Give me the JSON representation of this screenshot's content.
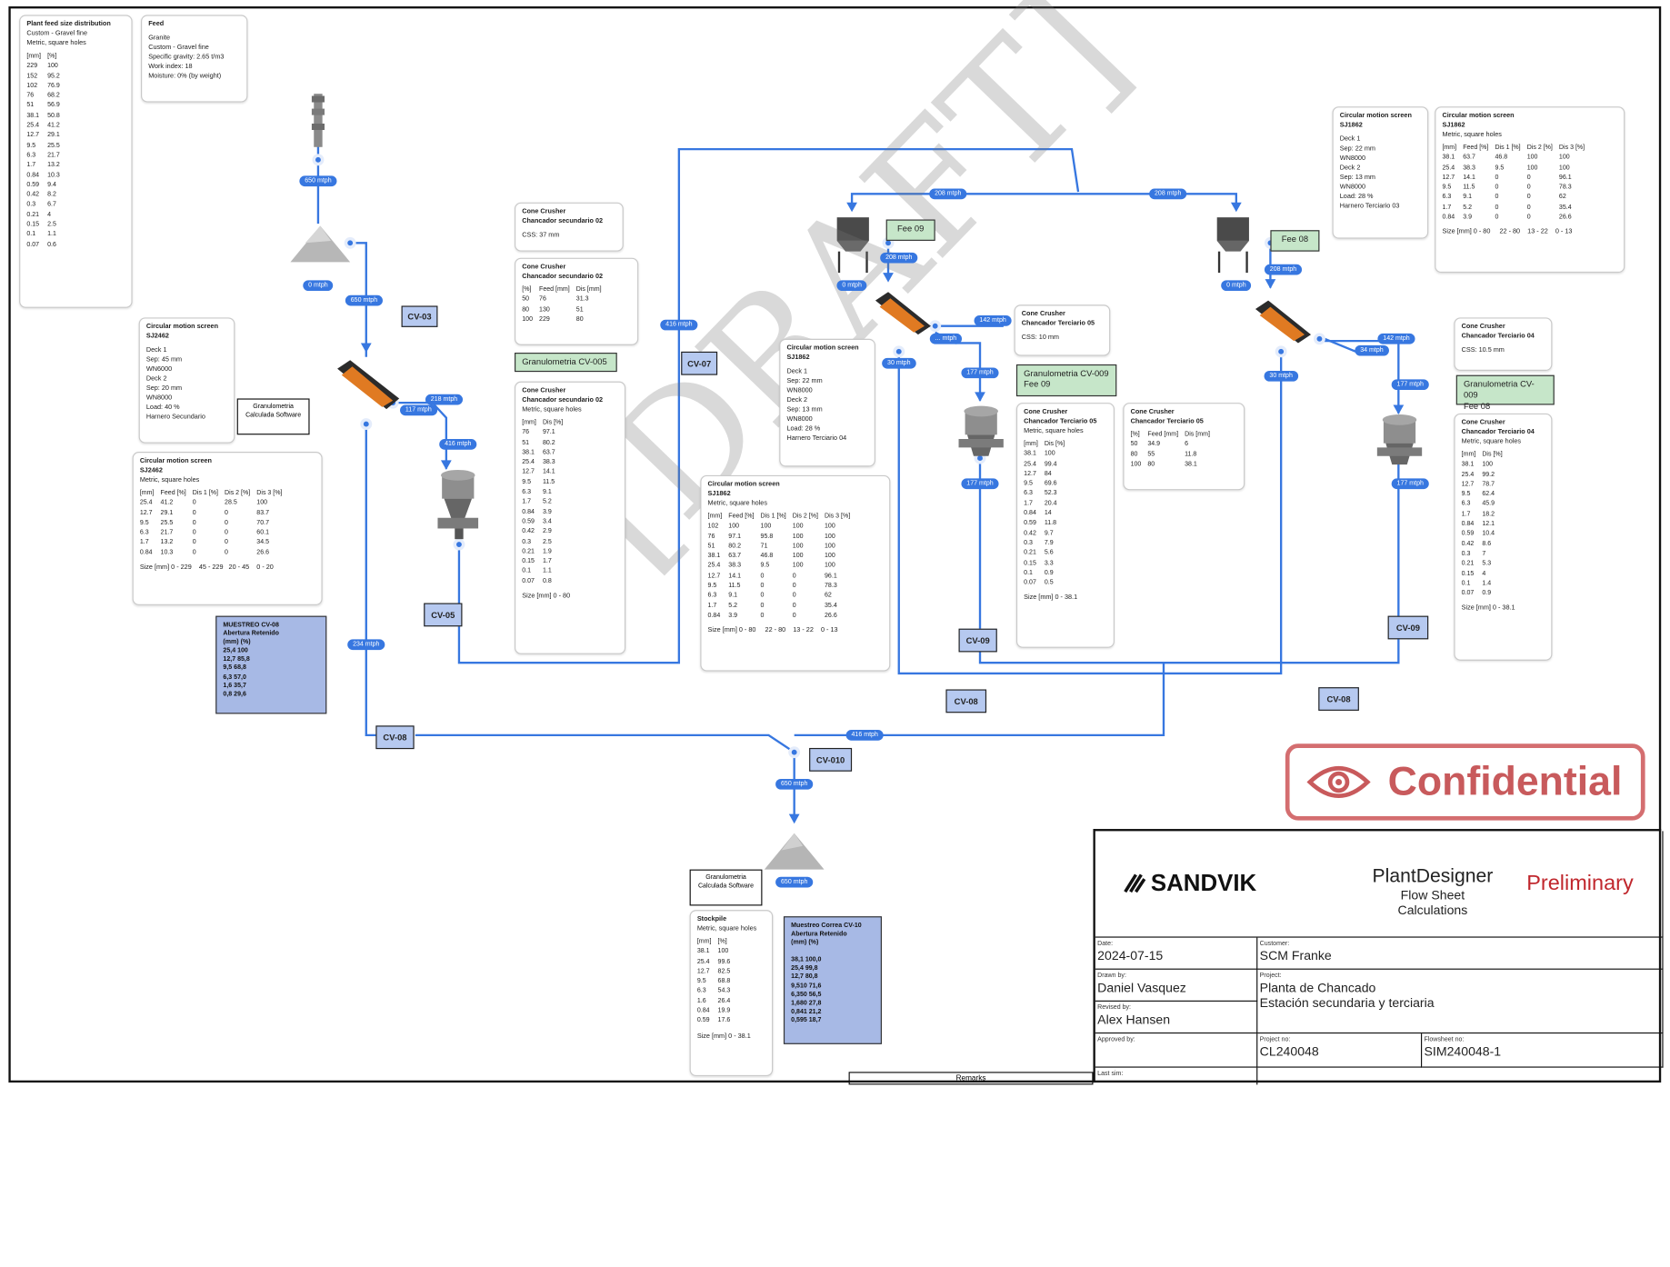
{
  "feed_distribution": {
    "title": "Plant feed size distribution",
    "subtitle": "Custom - Gravel fine",
    "note": "Metric, square holes",
    "headers": [
      "[mm]",
      "[%]"
    ],
    "rows": [
      [
        "229",
        "100"
      ],
      [
        "152",
        "95.2"
      ],
      [
        "102",
        "76.9"
      ],
      [
        "76",
        "68.2"
      ],
      [
        "51",
        "56.9"
      ],
      [
        "38.1",
        "50.8"
      ],
      [
        "25.4",
        "41.2"
      ],
      [
        "12.7",
        "29.1"
      ],
      [
        "9.5",
        "25.5"
      ],
      [
        "6.3",
        "21.7"
      ],
      [
        "1.7",
        "13.2"
      ],
      [
        "0.84",
        "10.3"
      ],
      [
        "0.59",
        "9.4"
      ],
      [
        "0.42",
        "8.2"
      ],
      [
        "0.3",
        "6.7"
      ],
      [
        "0.21",
        "4"
      ],
      [
        "0.15",
        "2.5"
      ],
      [
        "0.1",
        "1.1"
      ],
      [
        "0.07",
        "0.6"
      ]
    ]
  },
  "feed": {
    "title": "Feed",
    "lines": [
      "Granite",
      "Custom - Gravel fine",
      "Specific gravity: 2.65 t/m3",
      "Work index: 18",
      "Moisture: 0% (by weight)"
    ]
  },
  "screen_sj2462_info": {
    "title": "Circular motion screen",
    "model": "SJ2462",
    "lines": [
      "Deck 1",
      "Sep: 45 mm",
      "WN6000",
      "Deck 2",
      "Sep: 20 mm",
      "WN8000",
      "Load: 40 %",
      "Harnero Secundario"
    ]
  },
  "screen_sj2462_table": {
    "title": "Circular motion screen",
    "model": "SJ2462",
    "note": "Metric, square holes",
    "headers": [
      "[mm]",
      "Feed [%]",
      "Dis 1 [%]",
      "Dis 2 [%]",
      "Dis 3 [%]"
    ],
    "rows": [
      [
        "25.4",
        "41.2",
        "0",
        "28.5",
        "100"
      ],
      [
        "12.7",
        "29.1",
        "0",
        "0",
        "83.7"
      ],
      [
        "9.5",
        "25.5",
        "0",
        "0",
        "70.7"
      ],
      [
        "6.3",
        "21.7",
        "0",
        "0",
        "60.1"
      ],
      [
        "1.7",
        "13.2",
        "0",
        "0",
        "34.5"
      ],
      [
        "0.84",
        "10.3",
        "0",
        "0",
        "26.6"
      ]
    ],
    "size": "Size [mm] 0 - 229    45 - 229   20 - 45    0 - 20"
  },
  "granulometria_soft_1": "Granulometria Calculada Software",
  "granulometria_soft_2": "Granulometria Calculada Software",
  "muestreo_cv08": {
    "lines": [
      "MUESTREO CV-08",
      "Abertura Retenido",
      "(mm) (%)",
      "25,4 100",
      "12,7 85,8",
      "9,5 68,8",
      "6,3 57,0",
      "1,6 35,7",
      "0,8 29,6"
    ]
  },
  "cone_secundario_info": {
    "title": "Cone Crusher",
    "name": "Chancador secundario 02",
    "css": "CSS: 37 mm"
  },
  "cone_secundario_table1": {
    "title": "Cone Crusher",
    "name": "Chancador secundario 02",
    "headers": [
      "[%]",
      "Feed [mm]",
      "Dis [mm]"
    ],
    "rows": [
      [
        "50",
        "76",
        "31.3"
      ],
      [
        "80",
        "130",
        "51"
      ],
      [
        "100",
        "229",
        "80"
      ]
    ]
  },
  "granulometria_cv005": "Granulometria CV-005",
  "cone_secundario_table2": {
    "title": "Cone Crusher",
    "name": "Chancador secundario 02",
    "note": "Metric, square holes",
    "headers": [
      "[mm]",
      "Dis [%]"
    ],
    "rows": [
      [
        "76",
        "97.1"
      ],
      [
        "51",
        "80.2"
      ],
      [
        "38.1",
        "63.7"
      ],
      [
        "25.4",
        "38.3"
      ],
      [
        "12.7",
        "14.1"
      ],
      [
        "9.5",
        "11.5"
      ],
      [
        "6.3",
        "9.1"
      ],
      [
        "1.7",
        "5.2"
      ],
      [
        "0.84",
        "3.9"
      ],
      [
        "0.59",
        "3.4"
      ],
      [
        "0.42",
        "2.9"
      ],
      [
        "0.3",
        "2.5"
      ],
      [
        "0.21",
        "1.9"
      ],
      [
        "0.15",
        "1.7"
      ],
      [
        "0.1",
        "1.1"
      ],
      [
        "0.07",
        "0.8"
      ]
    ],
    "size": "Size [mm] 0 - 80"
  },
  "screen_sj1862_center_info": {
    "title": "Circular motion screen",
    "model": "SJ1862",
    "lines": [
      "Deck 1",
      "Sep: 22 mm",
      "WN8000",
      "Deck 2",
      "Sep: 13 mm",
      "WN8000",
      "Load: 28 %",
      "Harnero Terciario 04"
    ]
  },
  "screen_sj1862_center_table": {
    "title": "Circular motion screen",
    "model": "SJ1862",
    "note": "Metric, square holes",
    "headers": [
      "[mm]",
      "Feed [%]",
      "Dis 1 [%]",
      "Dis 2 [%]",
      "Dis 3 [%]"
    ],
    "rows": [
      [
        "102",
        "100",
        "100",
        "100",
        "100"
      ],
      [
        "76",
        "97.1",
        "95.8",
        "100",
        "100"
      ],
      [
        "51",
        "80.2",
        "71",
        "100",
        "100"
      ],
      [
        "38.1",
        "63.7",
        "46.8",
        "100",
        "100"
      ],
      [
        "25.4",
        "38.3",
        "9.5",
        "100",
        "100"
      ],
      [
        "12.7",
        "14.1",
        "0",
        "0",
        "96.1"
      ],
      [
        "9.5",
        "11.5",
        "0",
        "0",
        "78.3"
      ],
      [
        "6.3",
        "9.1",
        "0",
        "0",
        "62"
      ],
      [
        "1.7",
        "5.2",
        "0",
        "0",
        "35.4"
      ],
      [
        "0.84",
        "3.9",
        "0",
        "0",
        "26.6"
      ]
    ],
    "size": "Size [mm] 0 - 80     22 - 80    13 - 22    0 - 13"
  },
  "cone_terciario05_info": {
    "title": "Cone Crusher",
    "name": "Chancador Terciario 05",
    "css": "CSS: 10 mm"
  },
  "granulometria_cv009_a": {
    "lines": [
      "Granulometria CV-009",
      "Fee 09"
    ]
  },
  "cone_terciario05_table": {
    "title": "Cone Crusher",
    "name": "Chancador Terciario 05",
    "note": "Metric, square holes",
    "headers": [
      "[mm]",
      "Dis [%]"
    ],
    "rows": [
      [
        "38.1",
        "100"
      ],
      [
        "25.4",
        "99.4"
      ],
      [
        "12.7",
        "84"
      ],
      [
        "9.5",
        "69.6"
      ],
      [
        "6.3",
        "52.3"
      ],
      [
        "1.7",
        "20.4"
      ],
      [
        "0.84",
        "14"
      ],
      [
        "0.59",
        "11.8"
      ],
      [
        "0.42",
        "9.7"
      ],
      [
        "0.3",
        "7.9"
      ],
      [
        "0.21",
        "5.6"
      ],
      [
        "0.15",
        "3.3"
      ],
      [
        "0.1",
        "0.9"
      ],
      [
        "0.07",
        "0.5"
      ]
    ],
    "size": "Size [mm] 0 - 38.1"
  },
  "cone_terciario05_small": {
    "title": "Cone Crusher",
    "name": "Chancador Terciario 05",
    "headers": [
      "[%]",
      "Feed [mm]",
      "Dis [mm]"
    ],
    "rows": [
      [
        "50",
        "34.9",
        "6"
      ],
      [
        "80",
        "55",
        "11.8"
      ],
      [
        "100",
        "80",
        "38.1"
      ]
    ]
  },
  "screen_sj1862_right_info": {
    "title": "Circular motion screen",
    "model": "SJ1862",
    "lines": [
      "Deck 1",
      "Sep: 22 mm",
      "WN8000",
      "Deck 2",
      "Sep: 13 mm",
      "WN8000",
      "Load: 28 %",
      "Harnero Terciario 03"
    ]
  },
  "screen_sj1862_right_table": {
    "title": "Circular motion screen",
    "model": "SJ1862",
    "note": "Metric, square holes",
    "headers": [
      "[mm]",
      "Feed [%]",
      "Dis 1 [%]",
      "Dis 2 [%]",
      "Dis 3 [%]"
    ],
    "rows": [
      [
        "38.1",
        "63.7",
        "46.8",
        "100",
        "100"
      ],
      [
        "25.4",
        "38.3",
        "9.5",
        "100",
        "100"
      ],
      [
        "12.7",
        "14.1",
        "0",
        "0",
        "96.1"
      ],
      [
        "9.5",
        "11.5",
        "0",
        "0",
        "78.3"
      ],
      [
        "6.3",
        "9.1",
        "0",
        "0",
        "62"
      ],
      [
        "1.7",
        "5.2",
        "0",
        "0",
        "35.4"
      ],
      [
        "0.84",
        "3.9",
        "0",
        "0",
        "26.6"
      ]
    ],
    "size": "Size [mm] 0 - 80     22 - 80    13 - 22    0 - 13"
  },
  "cone_terciario04_info": {
    "title": "Cone Crusher",
    "name": "Chancador Terciario 04",
    "css": "CSS: 10.5 mm"
  },
  "granulometria_cv009_b": {
    "lines": [
      "Granulometria CV-009",
      "Fee 08"
    ]
  },
  "cone_terciario04_table": {
    "title": "Cone Crusher",
    "name": "Chancador Terciario 04",
    "note": "Metric, square holes",
    "headers": [
      "[mm]",
      "Dis [%]"
    ],
    "rows": [
      [
        "38.1",
        "100"
      ],
      [
        "25.4",
        "99.2"
      ],
      [
        "12.7",
        "78.7"
      ],
      [
        "9.5",
        "62.4"
      ],
      [
        "6.3",
        "45.9"
      ],
      [
        "1.7",
        "18.2"
      ],
      [
        "0.84",
        "12.1"
      ],
      [
        "0.59",
        "10.4"
      ],
      [
        "0.42",
        "8.6"
      ],
      [
        "0.3",
        "7"
      ],
      [
        "0.21",
        "5.3"
      ],
      [
        "0.15",
        "4"
      ],
      [
        "0.1",
        "1.4"
      ],
      [
        "0.07",
        "0.9"
      ]
    ],
    "size": "Size [mm] 0 - 38.1"
  },
  "fee09": "Fee 09",
  "fee08": "Fee 08",
  "stockpile": {
    "title": "Stockpile",
    "note": "Metric, square holes",
    "headers": [
      "[mm]",
      "[%]"
    ],
    "rows": [
      [
        "38.1",
        "100"
      ],
      [
        "25.4",
        "99.6"
      ],
      [
        "12.7",
        "82.5"
      ],
      [
        "9.5",
        "68.8"
      ],
      [
        "6.3",
        "54.3"
      ],
      [
        "1.6",
        "26.4"
      ],
      [
        "0.84",
        "19.9"
      ],
      [
        "0.59",
        "17.6"
      ]
    ],
    "size": "Size [mm] 0 - 38.1"
  },
  "muestreo_cv10": {
    "lines": [
      "Muestreo Correa CV-10",
      "Abertura Retenido",
      "(mm) (%)",
      "",
      "38,1 100,0",
      "25,4 99,8",
      "12,7 80,8",
      "9,510 71,6",
      "6,350 56,5",
      "1,680 27,8",
      "0,841 21,2",
      "0,595 18,7"
    ]
  },
  "conveyors": {
    "cv03": "CV-03",
    "cv07": "CV-07",
    "cv05": "CV-05",
    "cv08_left": "CV-08",
    "cv010": "CV-010",
    "cv09_center": "CV-09",
    "cv08_center": "CV-08",
    "cv09_right": "CV-09",
    "cv08_right": "CV-08"
  },
  "flow_labels": {
    "feed_out": "650 mtph",
    "bypass": "0 mtph",
    "pile_out": "650 mtph",
    "scr1_top": "218 mtph",
    "scr1_mid": "117 mtph",
    "crusher2_in": "416 mtph",
    "cv08_flow": "234 mtph",
    "loop_up": "416 mtph",
    "split_left": "208 mtph",
    "split_right": "208 mtph",
    "fee09_out": "208 mtph",
    "bypass_c": "0 mtph",
    "scr2_out": "142 mtph",
    "scr2_mid": "... mtph",
    "scr2_low": "30 mtph",
    "cr3_in": "177 mtph",
    "cr3_out": "177 mtph",
    "fee08_out": "208 mtph",
    "bypass_r": "0 mtph",
    "scr3_out": "142 mtph",
    "scr3_mid": "34 mtph",
    "scr3_low": "30 mtph",
    "cr4_in": "177 mtph",
    "cr4_out": "177 mtph",
    "merge": "416 mtph",
    "final": "650 mtph",
    "stockpile_in": "650 mtph"
  },
  "watermark": "[DRAFT]",
  "confidential": "Confidential",
  "title_block": {
    "brand": "SANDVIK",
    "product": "PlantDesigner",
    "product_sub": "Flow Sheet Calculations",
    "status": "Preliminary",
    "date_label": "Date:",
    "date": "2024-07-15",
    "customer_label": "Customer:",
    "customer": "SCM Franke",
    "drawn_label": "Drawn by:",
    "drawn": "Daniel Vasquez",
    "project_label": "Project:",
    "project_line1": "Planta de Chancado",
    "project_line2": "Estación secundaria y terciaria",
    "revised_label": "Revised by:",
    "revised": "Alex Hansen",
    "approved_label": "Approved by:",
    "project_no_label": "Project no:",
    "project_no": "CL240048",
    "flowsheet_label": "Flowsheet no:",
    "flowsheet": "SIM240048-1",
    "lastsim_label": "Last sim:",
    "remarks": "Remarks"
  },
  "colors": {
    "flow": "#3777e0",
    "conveyor": "#b6c9f0",
    "sample": "#a7b9e5",
    "granulometry": "#c6e6c9",
    "confidential": "#d46e70",
    "preliminary": "#c0272d"
  }
}
